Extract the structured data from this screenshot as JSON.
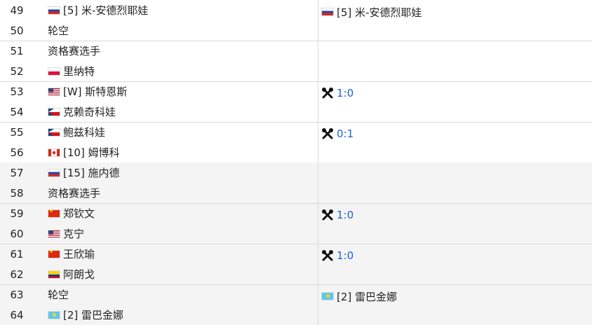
{
  "bracket": {
    "rows": [
      {
        "seed": "49",
        "flag": "flag-ru",
        "name": "[5] 米-安德烈耶娃"
      },
      {
        "seed": "50",
        "flag": "",
        "name": "轮空"
      },
      {
        "seed": "51",
        "flag": "",
        "name": "资格赛选手"
      },
      {
        "seed": "52",
        "flag": "flag-pl",
        "name": "里纳特"
      },
      {
        "seed": "53",
        "flag": "flag-us",
        "name": "[W] 斯特恩斯"
      },
      {
        "seed": "54",
        "flag": "flag-cz",
        "name": "克赖奇科娃"
      },
      {
        "seed": "55",
        "flag": "flag-cz",
        "name": "鲍兹科娃"
      },
      {
        "seed": "56",
        "flag": "flag-ca",
        "name": "[10] 姆博科"
      },
      {
        "seed": "57",
        "flag": "flag-ru",
        "name": "[15] 施内德"
      },
      {
        "seed": "58",
        "flag": "",
        "name": "资格赛选手"
      },
      {
        "seed": "59",
        "flag": "flag-cn",
        "name": "郑钦文"
      },
      {
        "seed": "60",
        "flag": "flag-us",
        "name": "克宁"
      },
      {
        "seed": "61",
        "flag": "flag-cn",
        "name": "王欣瑜"
      },
      {
        "seed": "62",
        "flag": "flag-co",
        "name": "阿朗戈"
      },
      {
        "seed": "63",
        "flag": "",
        "name": "轮空"
      },
      {
        "seed": "64",
        "flag": "flag-kz",
        "name": "[2] 雷巴金娜"
      }
    ],
    "round2": [
      {
        "type": "player",
        "flag": "flag-ru",
        "text": "[5] 米-安德烈耶娃"
      },
      {
        "type": "empty",
        "text": ""
      },
      {
        "type": "score",
        "text": "1:0"
      },
      {
        "type": "score",
        "text": "0:1"
      },
      {
        "type": "empty",
        "text": ""
      },
      {
        "type": "score",
        "text": "1:0"
      },
      {
        "type": "score",
        "text": "1:0"
      },
      {
        "type": "player",
        "flag": "flag-kz",
        "text": "[2] 雷巴金娜"
      }
    ]
  },
  "icons": {
    "match_icon": "crossed-rackets-icon"
  }
}
